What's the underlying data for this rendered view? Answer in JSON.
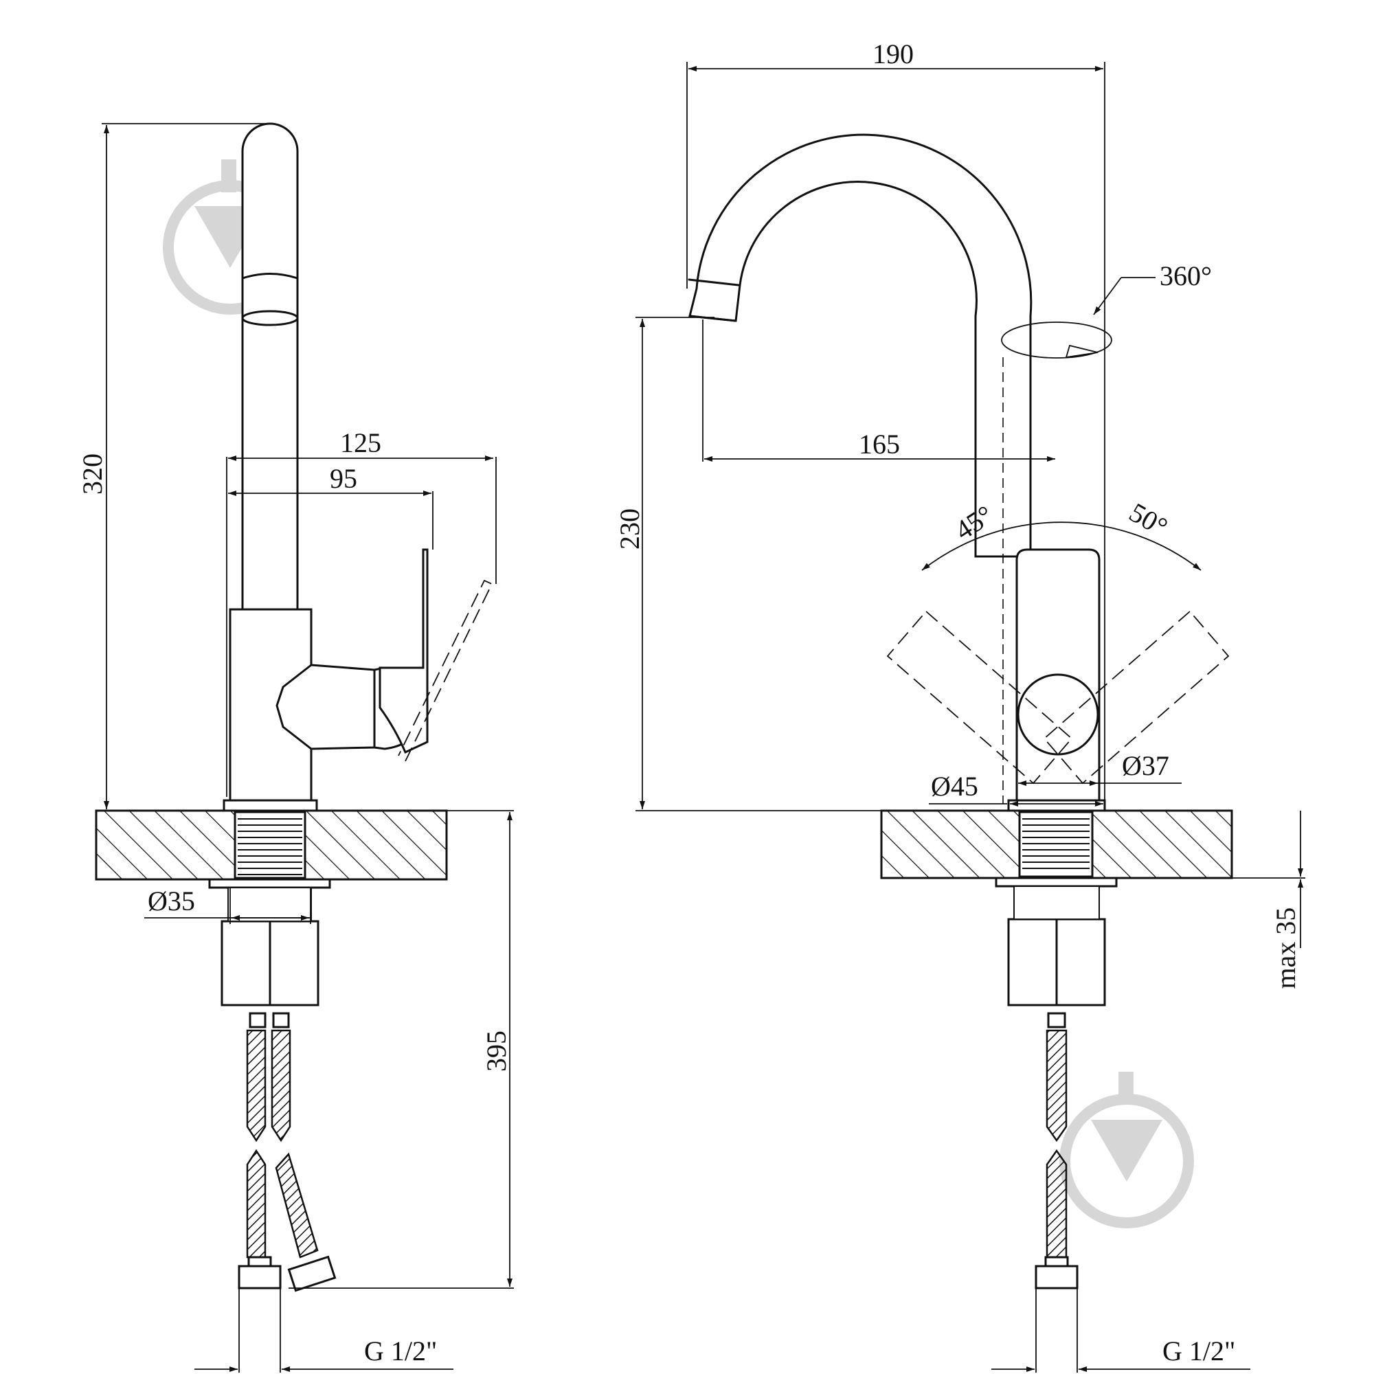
{
  "watermark_icon": "faucet-drop-logo",
  "side_view": {
    "height_label": "320",
    "handle_reach_label": "125",
    "lever_reach_label": "95",
    "shank_diameter_label": "Ø35",
    "mount_height_label": "395",
    "thread_label": "G 1/2\""
  },
  "front_view": {
    "spout_width_label": "190",
    "swivel_label": "360°",
    "spout_reach_label": "165",
    "spout_height_label": "230",
    "left_angle_label": "45°",
    "right_angle_label": "50°",
    "body_diameter_label": "Ø37",
    "base_diameter_label": "Ø45",
    "max_thickness_label": "max 35",
    "thread_label": "G 1/2\""
  }
}
